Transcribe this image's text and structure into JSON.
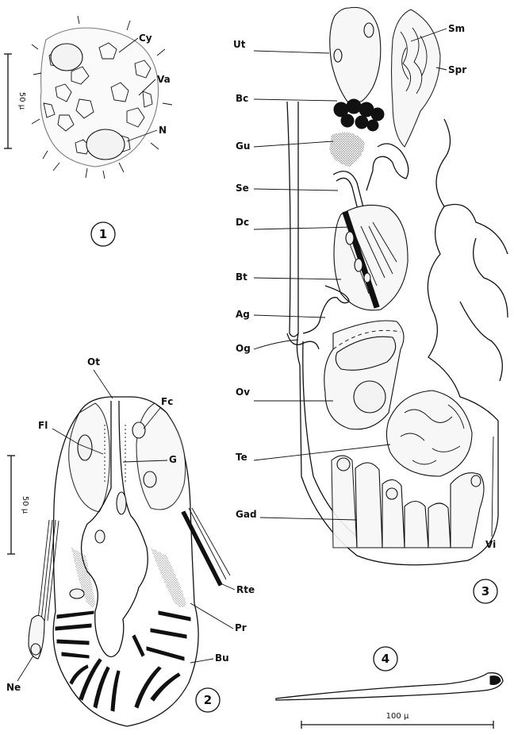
{
  "figures": [
    {
      "number": "1",
      "scale_label": "50 μ",
      "labels": [
        "Cy",
        "Va",
        "N"
      ]
    },
    {
      "number": "2",
      "scale_label": "50 μ",
      "labels": [
        "Ot",
        "Fc",
        "Fl",
        "G",
        "Rte",
        "Pr",
        "Bu",
        "Ne"
      ]
    },
    {
      "number": "3",
      "labels": [
        "Ut",
        "Sm",
        "Spr",
        "Bc",
        "Gu",
        "Se",
        "Dc",
        "Bt",
        "Ag",
        "Og",
        "Ov",
        "Te",
        "Gad",
        "Vi"
      ]
    },
    {
      "number": "4",
      "scale_label": "100 μ"
    }
  ]
}
